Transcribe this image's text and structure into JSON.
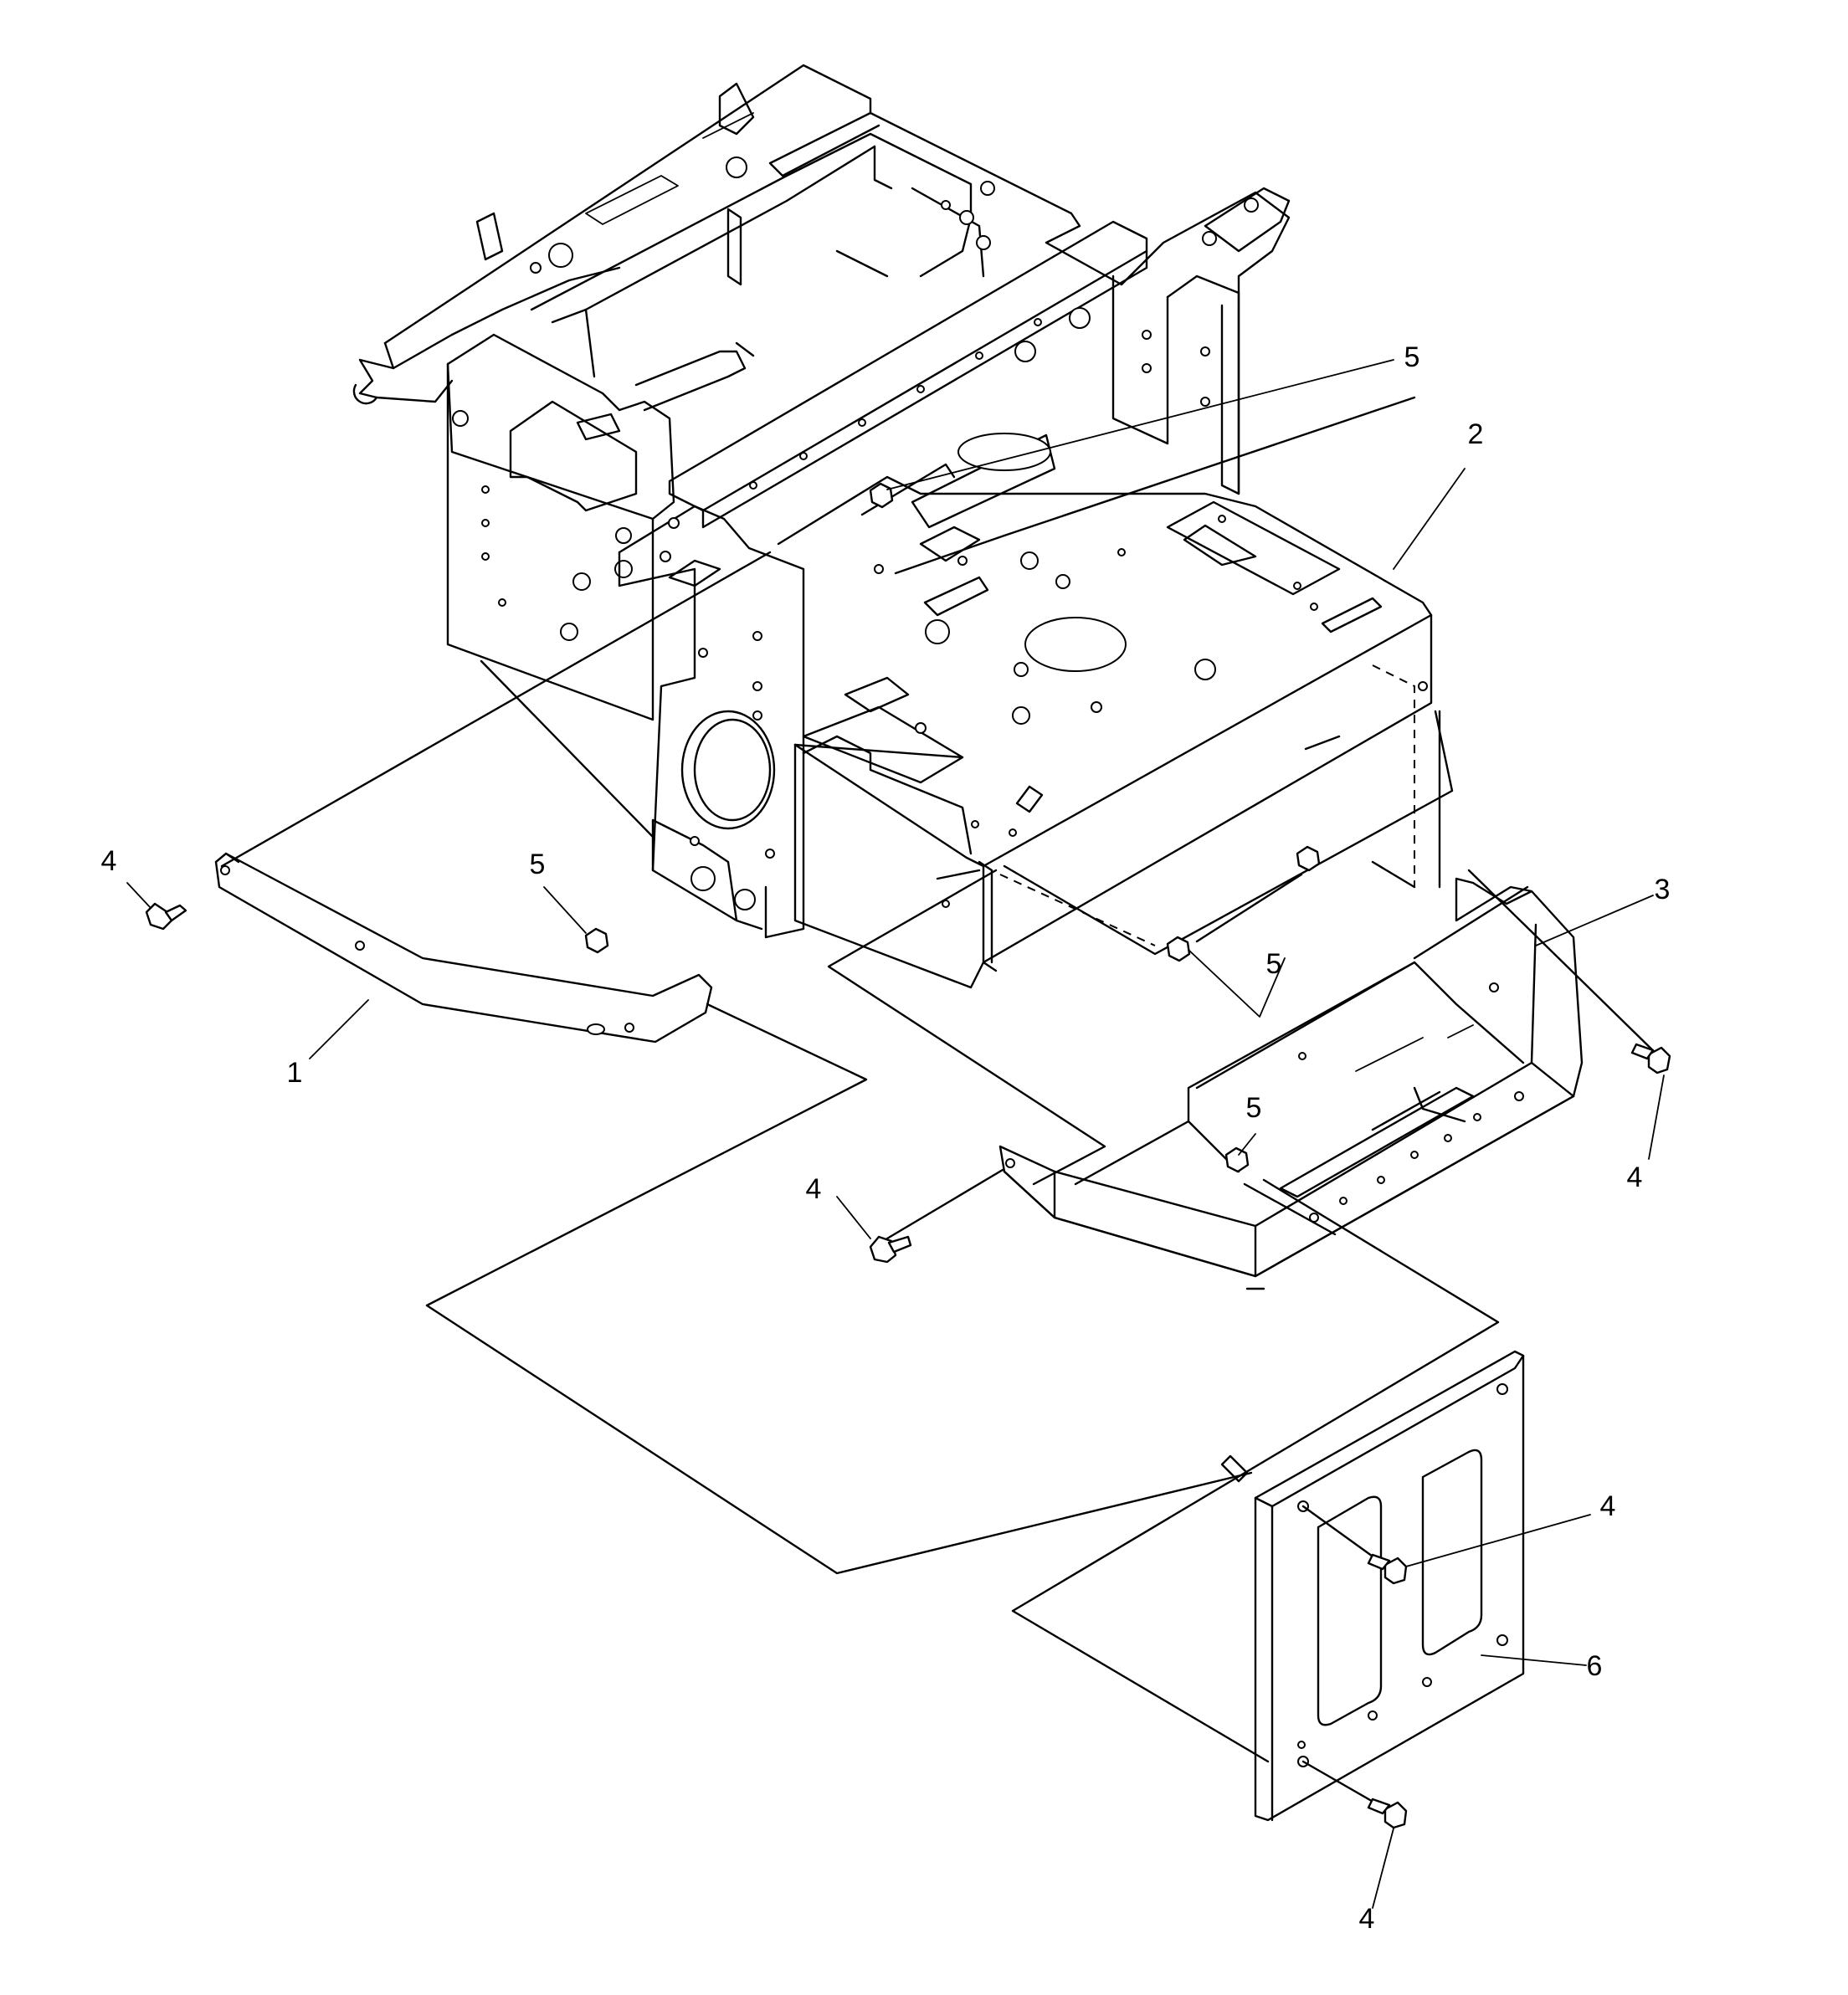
{
  "callouts": {
    "c1": "1",
    "c2": "2",
    "c3": "3",
    "c4a": "4",
    "c4b": "4",
    "c4c": "4",
    "c4d": "4",
    "c4e": "4",
    "c5a": "5",
    "c5b": "5",
    "c5c": "5",
    "c5d": "5",
    "c6": "6"
  }
}
